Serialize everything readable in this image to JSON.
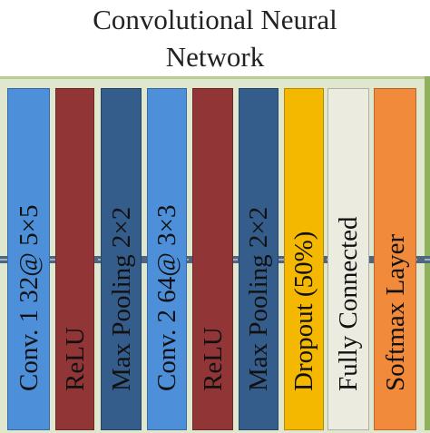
{
  "title": {
    "line1": "Convolutional Neural",
    "line2": "Network"
  },
  "colors": {
    "panel": "#dfe8cf",
    "conv": "#4d8fd8",
    "relu": "#923537",
    "pool": "#355d8c",
    "dropout": "#f5b800",
    "fc": "#ebebe0",
    "softmax": "#f28a3c"
  },
  "layers": [
    {
      "label": "Conv. 1  32@ 5×5",
      "color": "#4d8fd8",
      "text_color": "#111111"
    },
    {
      "label": "ReLU",
      "color": "#923537",
      "text_color": "#111111"
    },
    {
      "label": "Max Pooling 2×2",
      "color": "#355d8c",
      "text_color": "#111111"
    },
    {
      "label": "Conv. 2  64@ 3×3",
      "color": "#4d8fd8",
      "text_color": "#111111"
    },
    {
      "label": "ReLU",
      "color": "#923537",
      "text_color": "#111111"
    },
    {
      "label": "Max Pooling 2×2",
      "color": "#355d8c",
      "text_color": "#111111"
    },
    {
      "label": "Dropout (50%)",
      "color": "#f5b800",
      "text_color": "#111111"
    },
    {
      "label": "Fully Connected",
      "color": "#ebebe0",
      "text_color": "#111111"
    },
    {
      "label": "Softmax Layer",
      "color": "#f28a3c",
      "text_color": "#111111"
    }
  ]
}
